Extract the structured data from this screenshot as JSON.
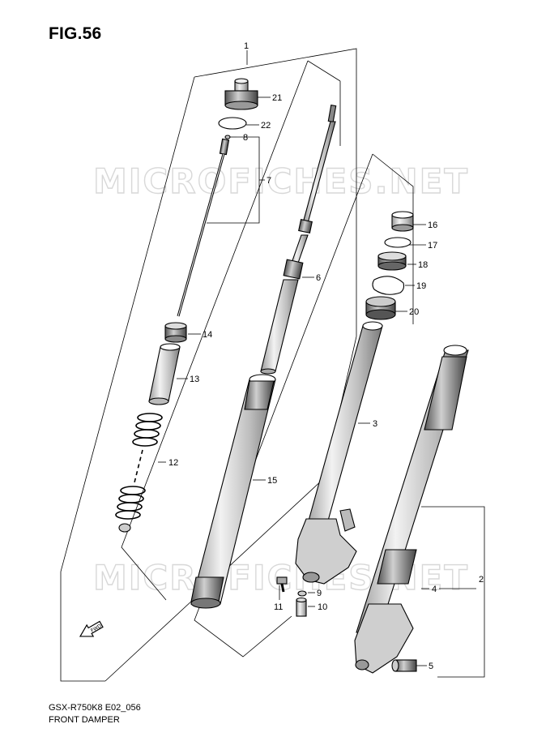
{
  "figure": {
    "title": "FIG.56",
    "model_code": "GSX-R750K8 E02_056",
    "section_name": "FRONT DAMPER"
  },
  "watermarks": [
    "MICROFICHES.NET",
    "MICROFICHES.NET"
  ],
  "callouts": {
    "c1": "1",
    "c2": "2",
    "c3": "3",
    "c4": "4",
    "c5": "5",
    "c6": "6",
    "c7": "7",
    "c8": "8",
    "c9": "9",
    "c10": "10",
    "c11": "11",
    "c12": "12",
    "c13": "13",
    "c14": "14",
    "c15": "15",
    "c16": "16",
    "c17": "17",
    "c18": "18",
    "c19": "19",
    "c20": "20",
    "c21": "21",
    "c22": "22"
  },
  "front_arrow": {
    "label": "FWD",
    "icon": "front-direction-arrow-icon"
  }
}
